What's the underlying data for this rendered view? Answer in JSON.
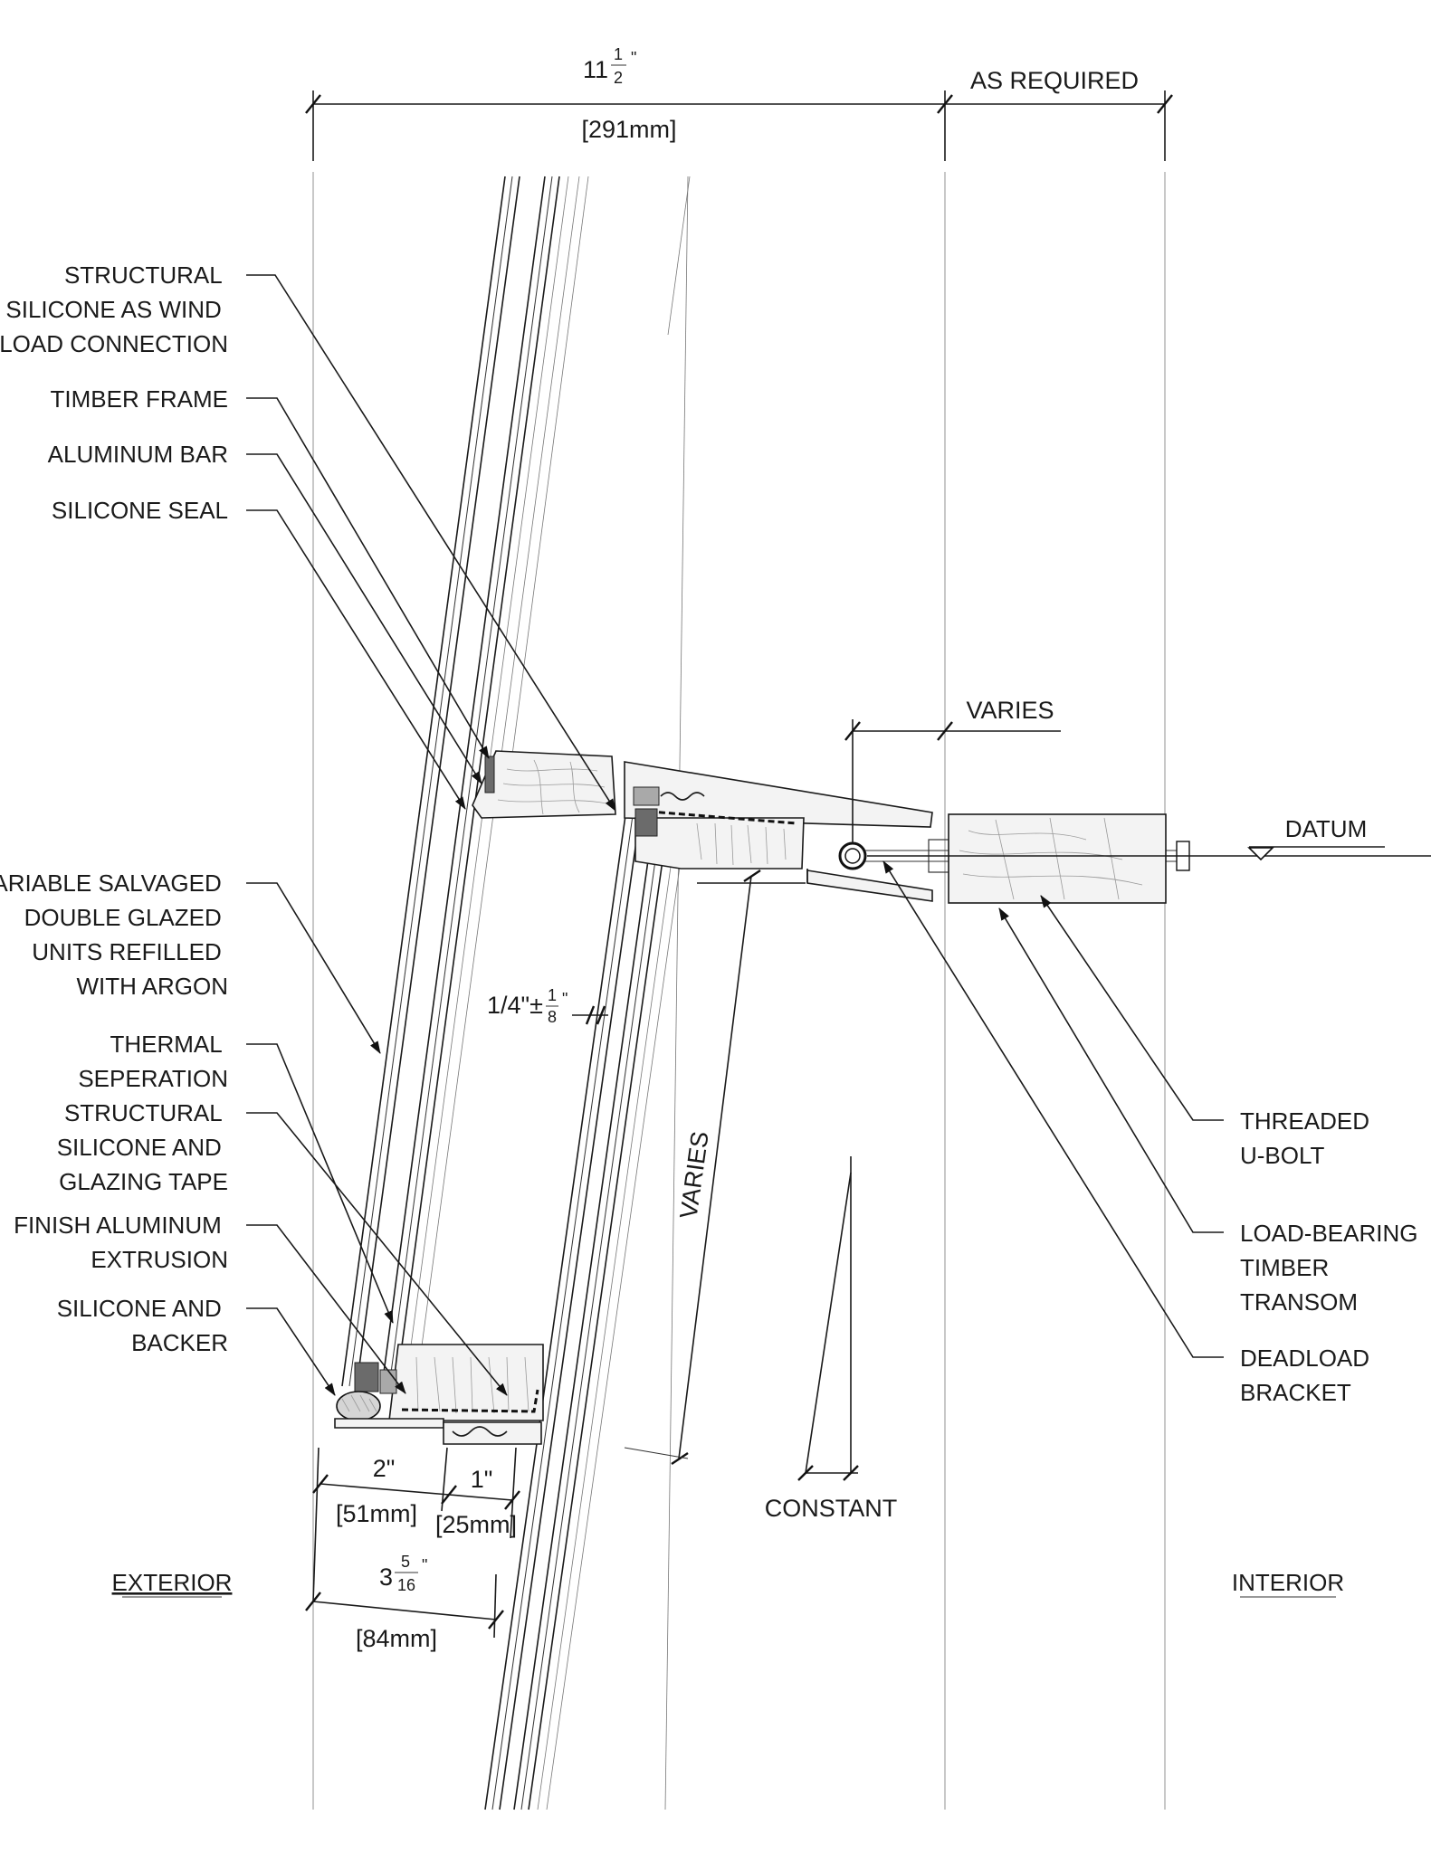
{
  "dimensions": {
    "top_total_whole": "11",
    "top_total_num": "1",
    "top_total_den": "2",
    "top_total_mark": "\"",
    "top_total_metric": "[291mm]",
    "as_required": "AS REQUIRED",
    "varies_top": "VARIES",
    "gap_label": "1/4\"±",
    "gap_num": "1",
    "gap_den": "8",
    "gap_mark": "\"",
    "varies_vertical": "VARIES",
    "constant": "CONSTANT",
    "bottom_2": "2\"",
    "bottom_2_metric": "[51mm]",
    "bottom_1": "1\"",
    "bottom_1_metric": "[25mm]",
    "bottom_total_whole": "3",
    "bottom_total_num": "5",
    "bottom_total_den": "16",
    "bottom_total_mark": "\"",
    "bottom_total_metric": "[84mm]",
    "datum": "DATUM"
  },
  "left_labels": [
    [
      "STRUCTURAL",
      "SILICONE AS WIND",
      "LOAD CONNECTION"
    ],
    [
      "TIMBER FRAME"
    ],
    [
      "ALUMINUM BAR"
    ],
    [
      "SILICONE SEAL"
    ],
    [
      "VARIABLE SALVAGED",
      "DOUBLE GLAZED",
      "UNITS REFILLED",
      "WITH ARGON"
    ],
    [
      "THERMAL",
      "SEPERATION"
    ],
    [
      "STRUCTURAL",
      "SILICONE AND",
      "GLAZING TAPE"
    ],
    [
      "FINISH ALUMINUM",
      "EXTRUSION"
    ],
    [
      "SILICONE AND",
      "BACKER"
    ]
  ],
  "right_labels": [
    [
      "THREADED",
      "U-BOLT"
    ],
    [
      "LOAD-BEARING",
      "TIMBER",
      "TRANSOM"
    ],
    [
      "DEADLOAD",
      "BRACKET"
    ]
  ],
  "sides": {
    "exterior": "EXTERIOR",
    "interior": "INTERIOR"
  }
}
